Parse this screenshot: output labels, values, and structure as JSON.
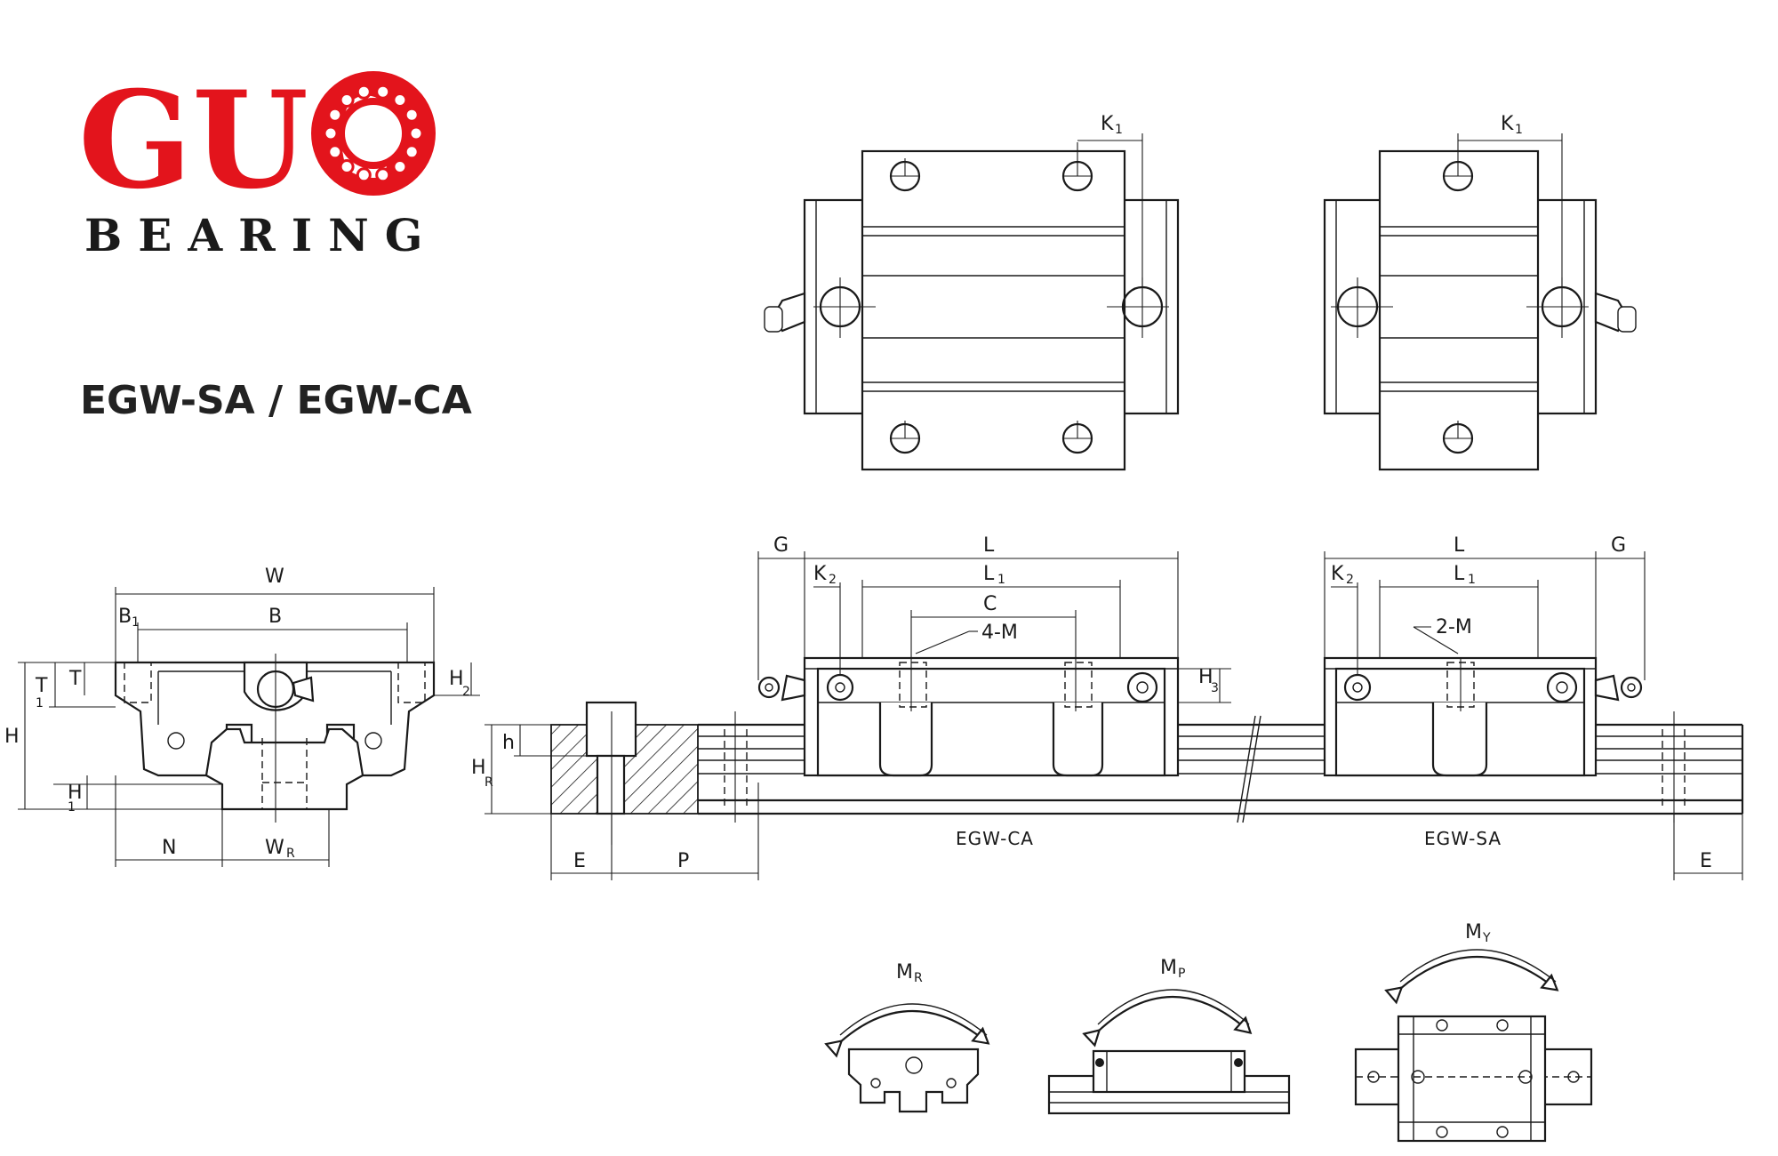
{
  "logo": {
    "brand": "GUO",
    "sub": "BEARING",
    "brand_color": "#e3141c"
  },
  "model_title": "EGW-SA / EGW-CA",
  "top_views": {
    "left_dim": "K",
    "left_dim_sub": "1",
    "right_dim": "K",
    "right_dim_sub": "1"
  },
  "end_view": {
    "W": "W",
    "B1": "B",
    "B1_sub": "1",
    "B": "B",
    "T1": "T",
    "T1_sub": "1",
    "T": "T",
    "H2": "H",
    "H2_sub": "2",
    "H": "H",
    "H1": "H",
    "H1_sub": "1",
    "N": "N",
    "WR": "W",
    "WR_sub": "R"
  },
  "side_view": {
    "G_left": "G",
    "L_left": "L",
    "K2_left": "K",
    "K2_left_sub": "2",
    "L1_left": "L",
    "L1_left_sub": "1",
    "C": "C",
    "fourM": "4-M",
    "H3_left": "H",
    "H3_left_sub": "3",
    "HR": "H",
    "HR_sub": "R",
    "h": "h",
    "E_left": "E",
    "P": "P",
    "label_ca": "EGW-CA",
    "L_right": "L",
    "G_right": "G",
    "K2_right": "K",
    "K2_right_sub": "2",
    "L1_right": "L",
    "L1_right_sub": "1",
    "twoM": "2-M",
    "label_sa": "EGW-SA",
    "E_right": "E"
  },
  "moments": {
    "MR": "M",
    "MR_sub": "R",
    "MP": "M",
    "MP_sub": "P",
    "MY": "M",
    "MY_sub": "Y"
  }
}
